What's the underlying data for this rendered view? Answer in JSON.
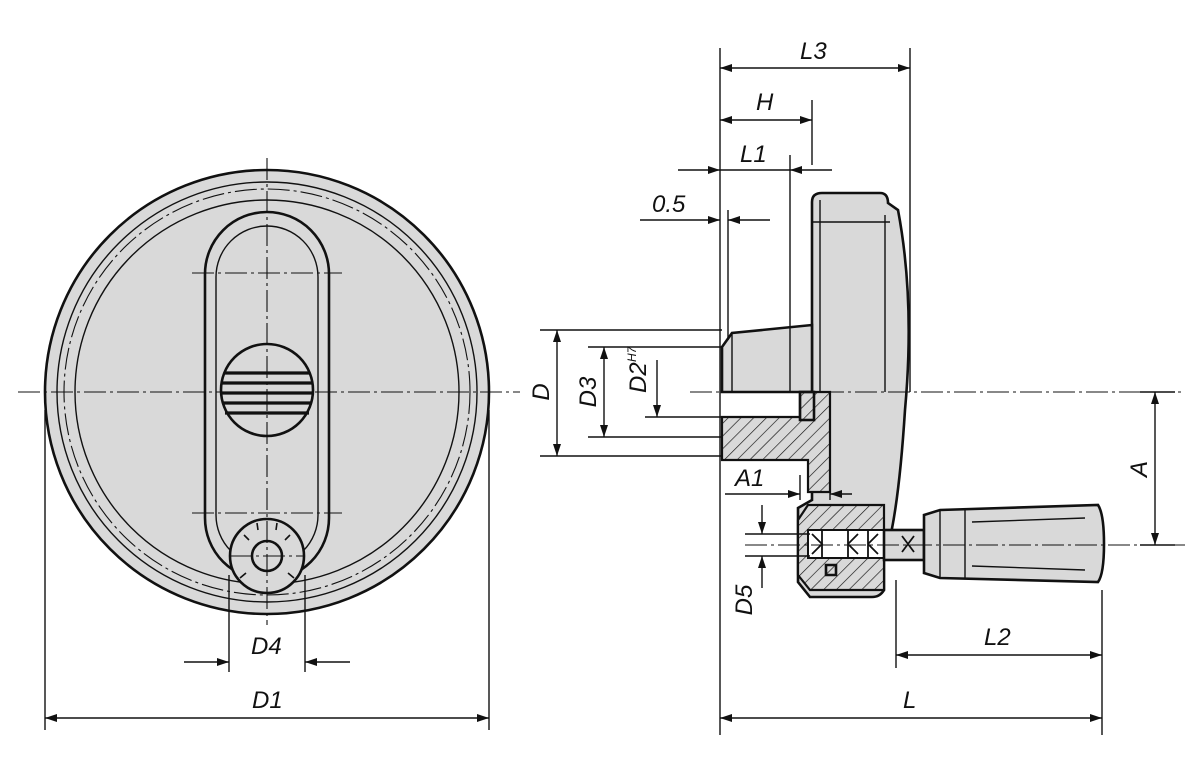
{
  "labels": {
    "d1": "D1",
    "d4": "D4",
    "l3": "L3",
    "h": "H",
    "l1": "L1",
    "half": "0.5",
    "d": "D",
    "d3": "D3",
    "d2": "D2",
    "d2_sup": "H7",
    "a": "A",
    "a1": "A1",
    "d5": "D5",
    "l2": "L2",
    "l": "L"
  },
  "colors": {
    "part_fill": "#d9d9d9",
    "line": "#111111",
    "background": "#ffffff"
  }
}
